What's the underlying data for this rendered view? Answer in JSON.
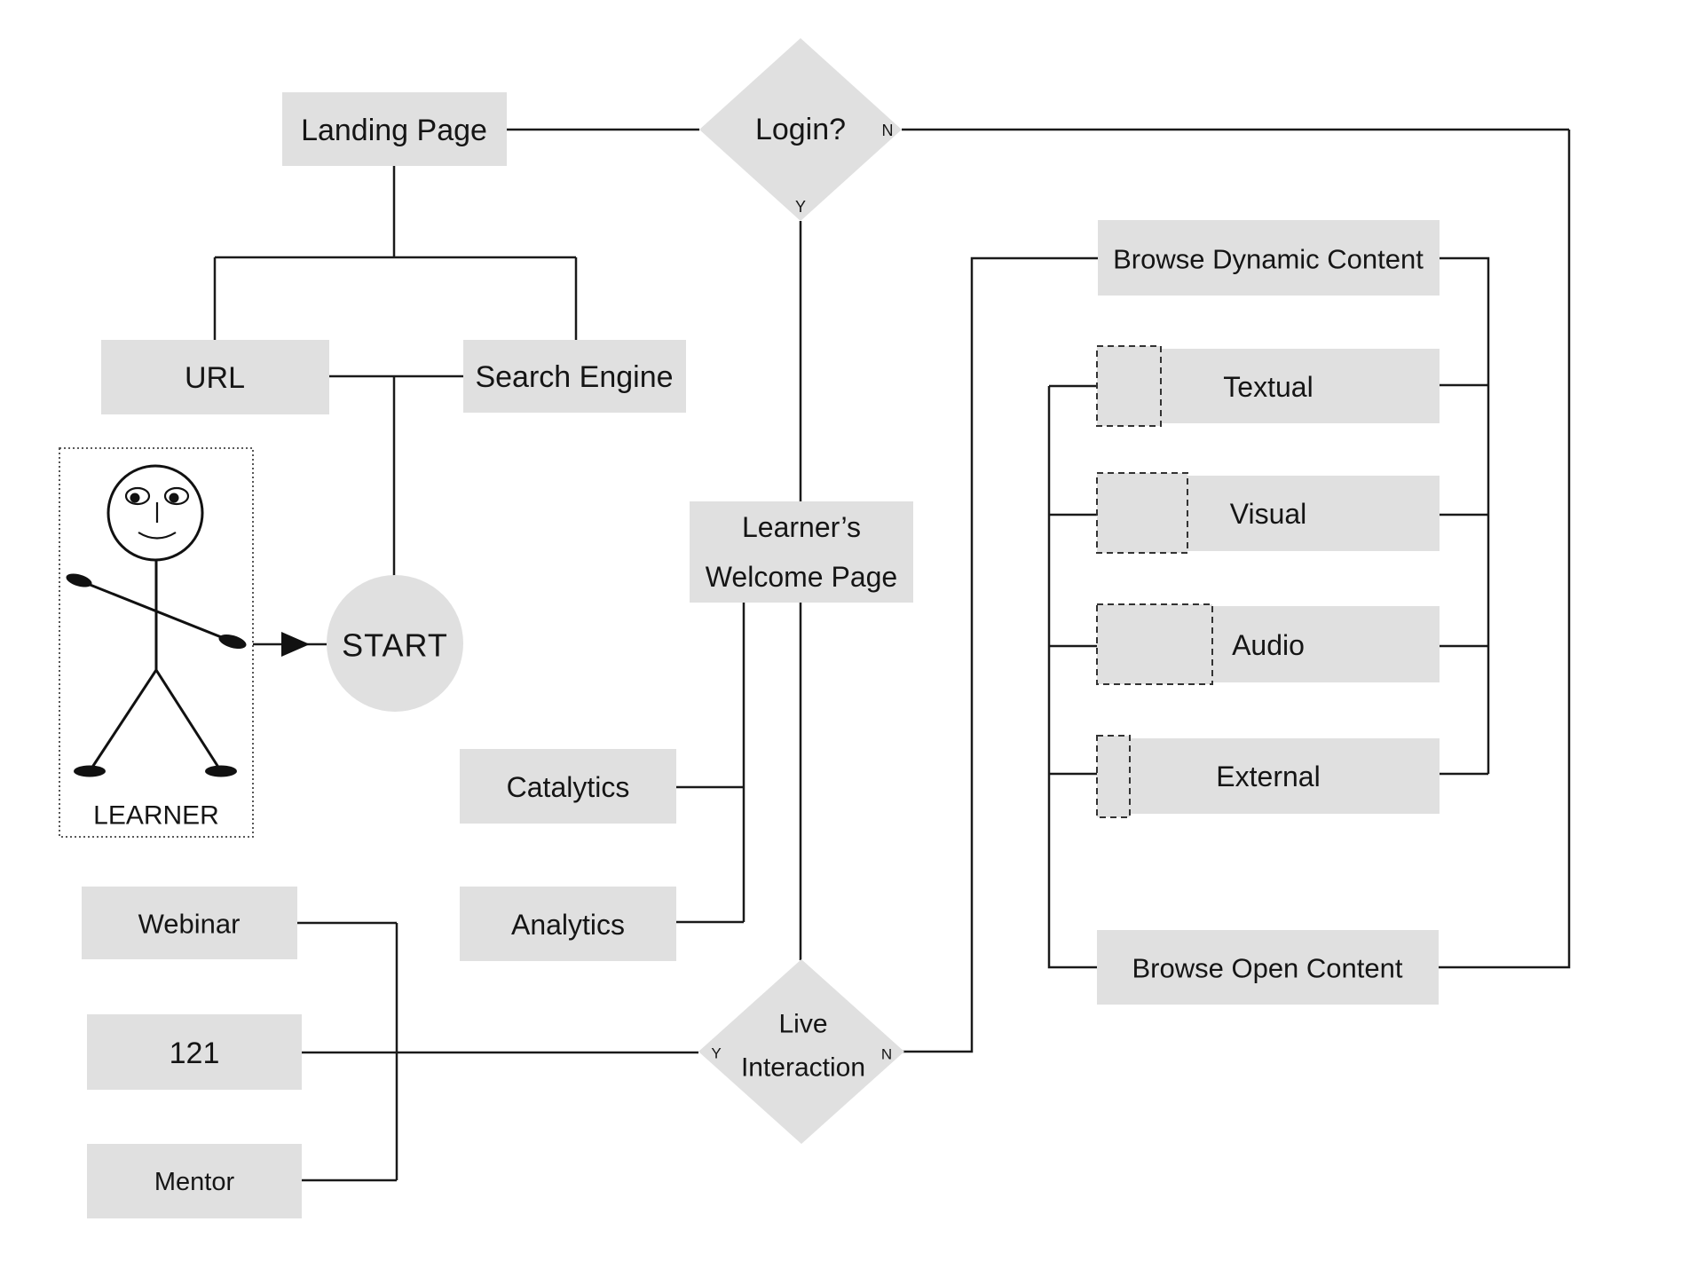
{
  "colors": {
    "background": "#ffffff",
    "node_fill": "#e0e0e0",
    "line": "#1a1a1a",
    "text": "#151515"
  },
  "nodes": {
    "landing_page": {
      "label": "Landing Page"
    },
    "login": {
      "label": "Login?",
      "no_label": "N",
      "yes_label": "Y"
    },
    "url": {
      "label": "URL"
    },
    "search_engine": {
      "label": "Search Engine"
    },
    "learner": {
      "label": "LEARNER"
    },
    "start": {
      "label": "START"
    },
    "welcome": {
      "line1": "Learner’s",
      "line2": "Welcome Page"
    },
    "catalytics": {
      "label": "Catalytics"
    },
    "analytics": {
      "label": "Analytics"
    },
    "webinar": {
      "label": "Webinar"
    },
    "one_two_one": {
      "label": "121"
    },
    "mentor": {
      "label": "Mentor"
    },
    "live_interaction": {
      "line1": "Live",
      "line2": "Interaction",
      "yes_label": "Y",
      "no_label": "N"
    },
    "browse_dynamic": {
      "label": "Browse Dynamic Content"
    },
    "textual": {
      "label": "Textual"
    },
    "visual": {
      "label": "Visual"
    },
    "audio": {
      "label": "Audio"
    },
    "external": {
      "label": "External"
    },
    "browse_open": {
      "label": "Browse Open Content"
    }
  }
}
